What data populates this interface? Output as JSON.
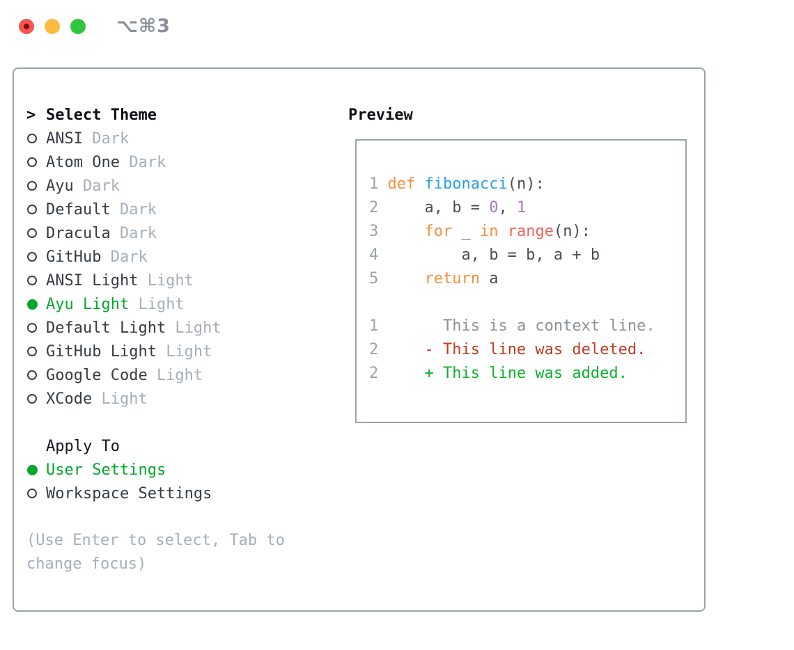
{
  "window": {
    "title": "⌥⌘3",
    "traffic_lights": [
      "close-icon",
      "minimize-icon",
      "zoom-icon"
    ]
  },
  "theme_panel": {
    "header": {
      "marker": ">",
      "label": "Select Theme"
    },
    "items": [
      {
        "name": "ANSI",
        "variant": "Dark",
        "selected": false
      },
      {
        "name": "Atom One",
        "variant": "Dark",
        "selected": false
      },
      {
        "name": "Ayu",
        "variant": "Dark",
        "selected": false
      },
      {
        "name": "Default",
        "variant": "Dark",
        "selected": false
      },
      {
        "name": "Dracula",
        "variant": "Dark",
        "selected": false
      },
      {
        "name": "GitHub",
        "variant": "Dark",
        "selected": false
      },
      {
        "name": "ANSI Light",
        "variant": "Light",
        "selected": false
      },
      {
        "name": "Ayu Light",
        "variant": "Light",
        "selected": true
      },
      {
        "name": "Default Light",
        "variant": "Light",
        "selected": false
      },
      {
        "name": "GitHub Light",
        "variant": "Light",
        "selected": false
      },
      {
        "name": "Google Code",
        "variant": "Light",
        "selected": false
      },
      {
        "name": "XCode",
        "variant": "Light",
        "selected": false
      }
    ],
    "apply_to": {
      "label": "Apply To",
      "options": [
        {
          "name": "User Settings",
          "selected": true
        },
        {
          "name": "Workspace Settings",
          "selected": false
        }
      ]
    },
    "hint_lines": [
      "(Use Enter to select, Tab to",
      "change focus)"
    ]
  },
  "preview": {
    "title": "Preview",
    "code_lines": [
      [
        [
          "1 ",
          "ln"
        ],
        [
          "def",
          "kw"
        ],
        [
          " ",
          "pl"
        ],
        [
          "fibonacci",
          "fn"
        ],
        [
          "(n):",
          "pl"
        ]
      ],
      [
        [
          "2 ",
          "ln"
        ],
        [
          "    a, b = ",
          "pl"
        ],
        [
          "0",
          "num"
        ],
        [
          ", ",
          "pl"
        ],
        [
          "1",
          "num"
        ]
      ],
      [
        [
          "3 ",
          "ln"
        ],
        [
          "    ",
          "pl"
        ],
        [
          "for",
          "kw"
        ],
        [
          " _ ",
          "pl"
        ],
        [
          "in",
          "kw"
        ],
        [
          " ",
          "pl"
        ],
        [
          "range",
          "call"
        ],
        [
          "(n):",
          "pl"
        ]
      ],
      [
        [
          "4 ",
          "ln"
        ],
        [
          "        a, b = b, a + b",
          "pl"
        ]
      ],
      [
        [
          "5 ",
          "ln"
        ],
        [
          "    ",
          "pl"
        ],
        [
          "return",
          "kw"
        ],
        [
          " a",
          "pl"
        ]
      ],
      [],
      [
        [
          "1 ",
          "ln"
        ],
        [
          "      ",
          "pl"
        ],
        [
          "This is a context line.",
          "ctx"
        ]
      ],
      [
        [
          "2 ",
          "ln"
        ],
        [
          "    ",
          "pl"
        ],
        [
          "- This line was deleted.",
          "del"
        ]
      ],
      [
        [
          "2 ",
          "ln"
        ],
        [
          "    ",
          "pl"
        ],
        [
          "+ This line was added.",
          "add"
        ]
      ]
    ]
  },
  "colors": {
    "selected_green": "#00a72c",
    "added_green": "#0db22a",
    "deleted_red": "#c63a1f",
    "keyword_orange": "#fa8d3e",
    "function_blue": "#2b9fe8",
    "call_coral": "#f0625f",
    "number_purple": "#a37acc",
    "muted_gray": "#a6aeb9",
    "text_dark": "#363b42",
    "border_gray": "#9aa2ad",
    "traffic_red": "#f4554d",
    "traffic_yellow": "#fcbc40",
    "traffic_green": "#31c63f"
  }
}
